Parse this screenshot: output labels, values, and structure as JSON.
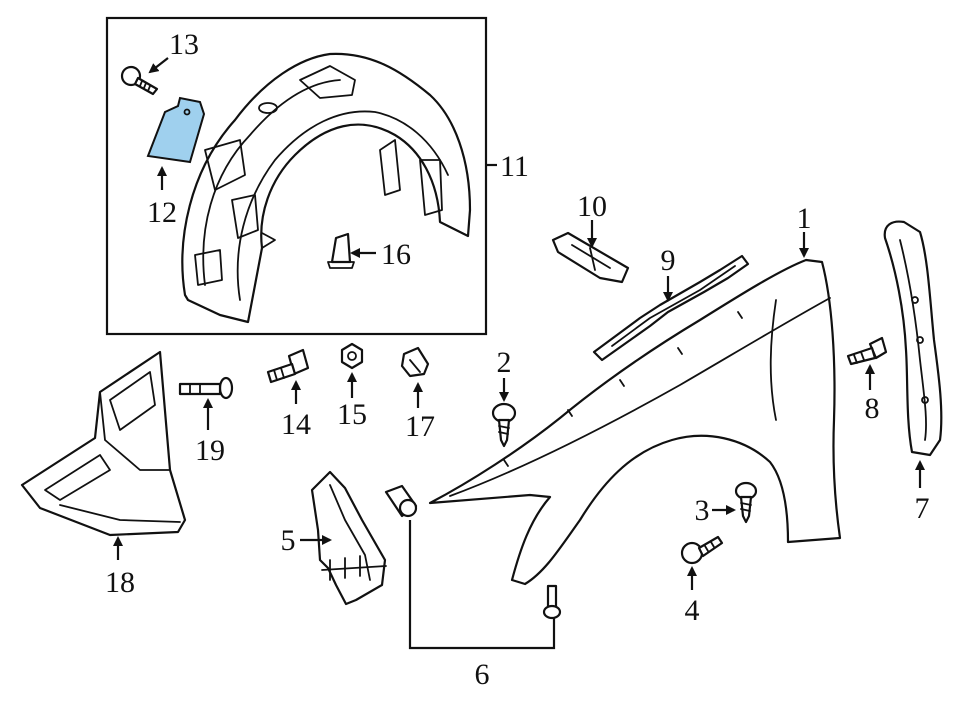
{
  "highlight_color": "#9fd0ee",
  "line_color": "#111111",
  "callouts": {
    "c1": "1",
    "c2": "2",
    "c3": "3",
    "c4": "4",
    "c5": "5",
    "c6": "6",
    "c7": "7",
    "c8": "8",
    "c9": "9",
    "c10": "10",
    "c11": "11",
    "c12": "12",
    "c13": "13",
    "c14": "14",
    "c15": "15",
    "c16": "16",
    "c17": "17",
    "c18": "18",
    "c19": "19"
  }
}
